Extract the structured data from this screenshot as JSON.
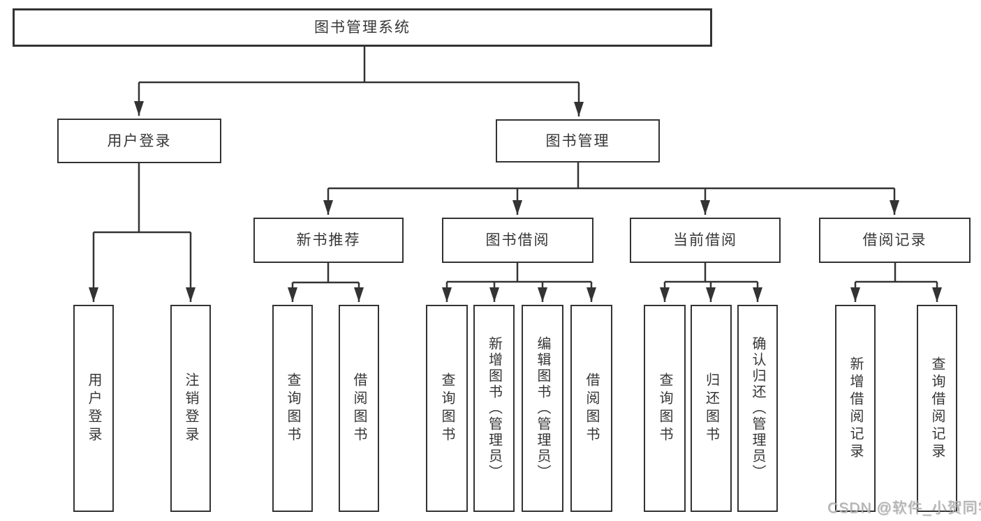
{
  "diagram": {
    "title": "图书管理系统",
    "nodes": {
      "root": "图书管理系统",
      "user_login": "用户登录",
      "book_management": "图书管理",
      "new_book_recommend": "新书推荐",
      "book_borrow": "图书借阅",
      "current_borrow": "当前借阅",
      "borrow_records": "借阅记录",
      "leaf_user_login": "用户登录",
      "leaf_logout": "注销登录",
      "leaf_query_books_recommend": "查询图书",
      "leaf_borrow_books_recommend": "借阅图书",
      "leaf_query_books_borrow": "查询图书",
      "leaf_add_books": "新增图书（管理员）",
      "leaf_edit_books": "编辑图书（管理员）",
      "leaf_borrow_books_borrow": "借阅图书",
      "leaf_query_books_current": "查询图书",
      "leaf_return_books": "归还图书",
      "leaf_confirm_return": "确认归还（管理员）",
      "leaf_add_borrow_record": "新增借阅记录",
      "leaf_query_borrow_record": "查询借阅记录"
    },
    "colors": {
      "line": "#333333",
      "text": "#363636",
      "background": "#ffffff",
      "watermark": "#b2b2b2"
    }
  },
  "watermark": "CSDN @软件_小贺同学"
}
